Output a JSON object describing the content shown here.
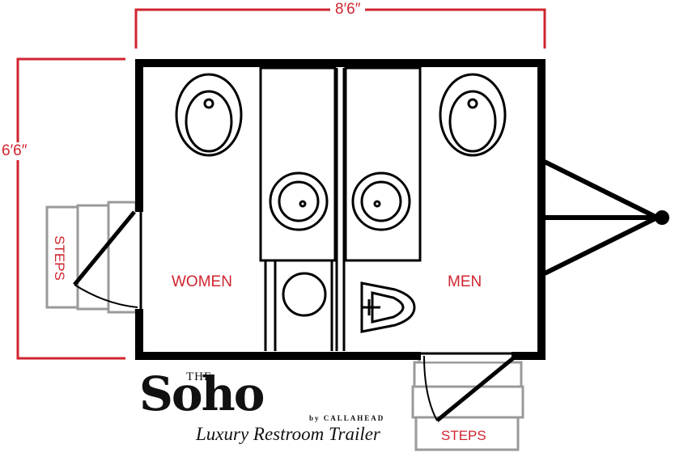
{
  "dimensions": {
    "width_label": "8′6″",
    "height_label": "6′6″"
  },
  "rooms": {
    "women": "WOMEN",
    "men": "MEN"
  },
  "steps": {
    "left": "STEPS",
    "bottom": "STEPS"
  },
  "brand": {
    "the": "THE",
    "name": "Soho",
    "by": "by CALLAHEAD",
    "tagline": "Luxury Restroom Trailer"
  },
  "colors": {
    "dimension": "#d0252f",
    "wall": "#000000",
    "steps": "#9a9a9a"
  },
  "fixtures": [
    "toilet-icon",
    "toilet-icon",
    "sink-icon",
    "sink-icon",
    "round-sink-icon",
    "urinal-icon"
  ]
}
